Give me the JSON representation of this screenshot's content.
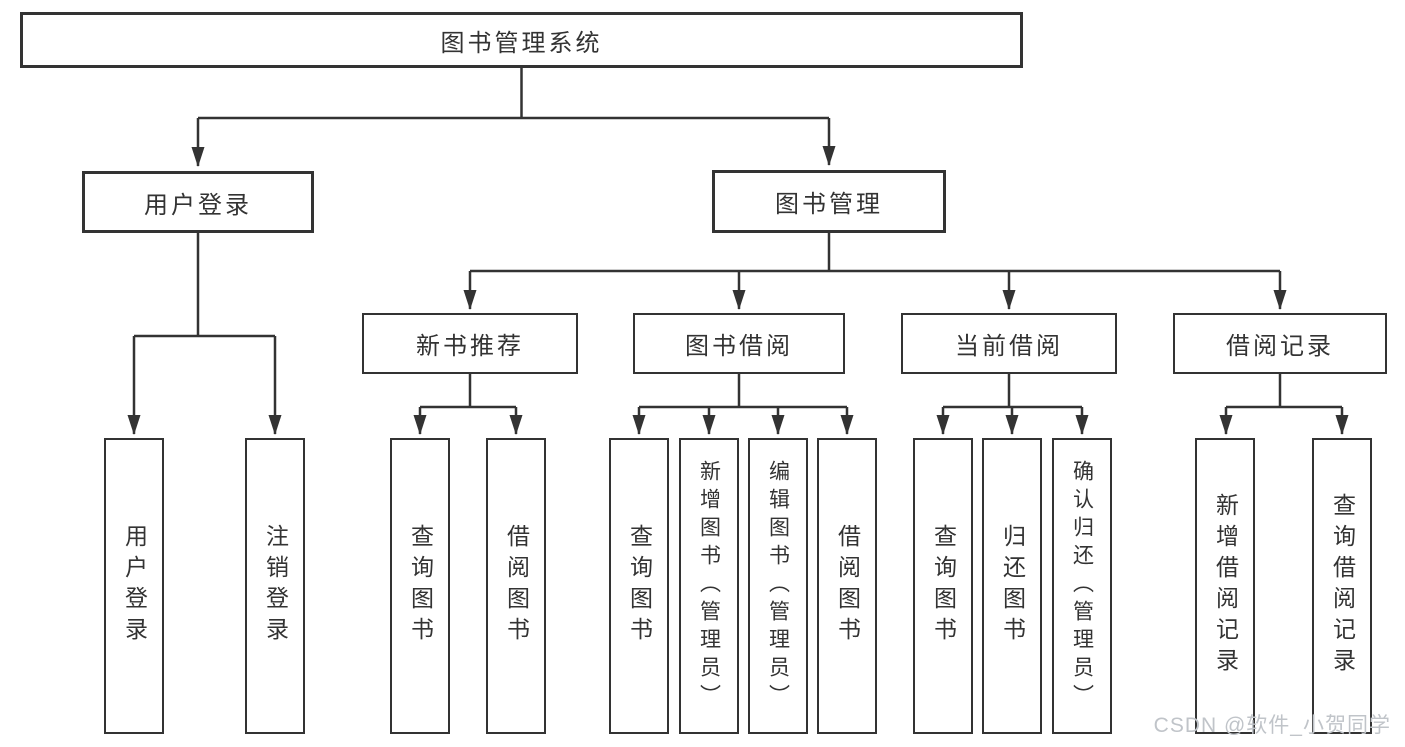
{
  "diagram": {
    "root": {
      "label": "图书管理系统"
    },
    "children": [
      {
        "label": "用户登录",
        "children": [
          {
            "label": "用户登录"
          },
          {
            "label": "注销登录"
          }
        ]
      },
      {
        "label": "图书管理",
        "children": [
          {
            "label": "新书推荐",
            "children": [
              {
                "label": "查询图书"
              },
              {
                "label": "借阅图书"
              }
            ]
          },
          {
            "label": "图书借阅",
            "children": [
              {
                "label": "查询图书"
              },
              {
                "label": "新增图书（管理员）"
              },
              {
                "label": "编辑图书（管理员）"
              },
              {
                "label": "借阅图书"
              }
            ]
          },
          {
            "label": "当前借阅",
            "children": [
              {
                "label": "查询图书"
              },
              {
                "label": "归还图书"
              },
              {
                "label": "确认归还（管理员）"
              }
            ]
          },
          {
            "label": "借阅记录",
            "children": [
              {
                "label": "新增借阅记录"
              },
              {
                "label": "查询借阅记录"
              }
            ]
          }
        ]
      }
    ]
  },
  "watermark": {
    "text": "CSDN @软件_小贺同学"
  },
  "colors": {
    "line": "#333333",
    "text": "#333333",
    "box_background": "#ffffff",
    "watermark": "#c0c4c9",
    "background": "#ffffff"
  }
}
